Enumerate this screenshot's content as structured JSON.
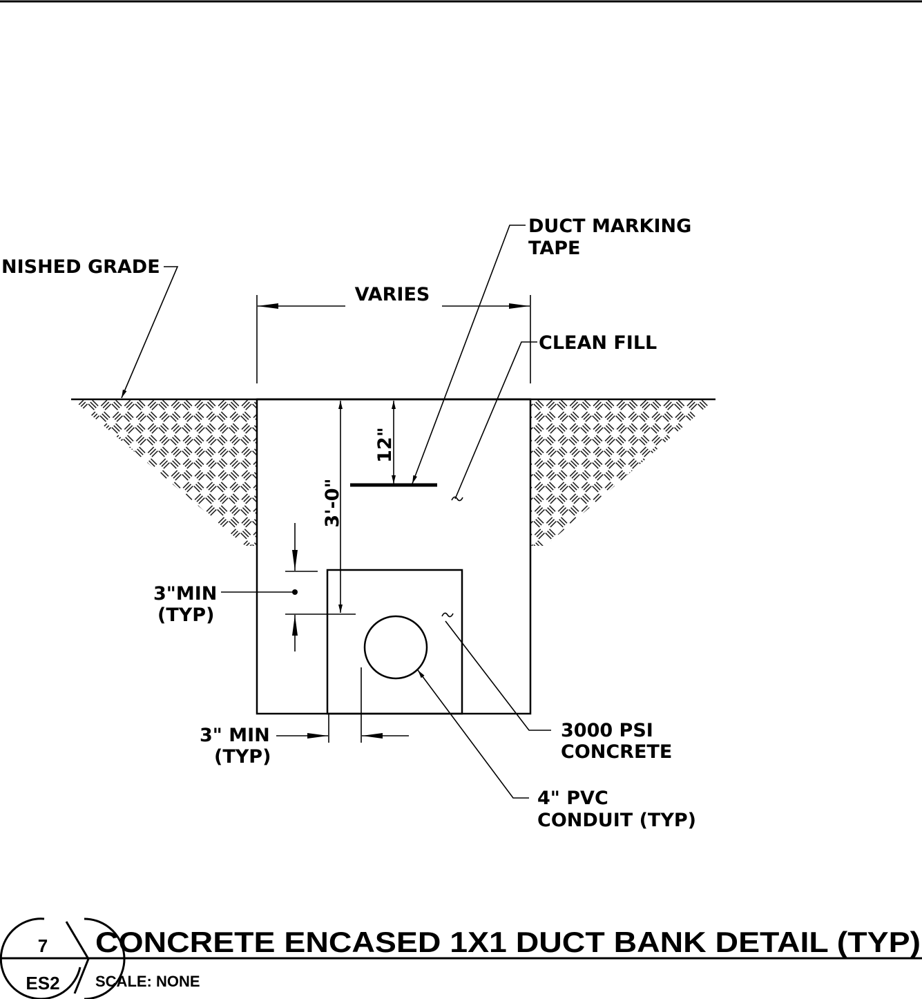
{
  "labels": {
    "finished_grade": "NISHED GRADE",
    "duct_marking_1": "DUCT MARKING",
    "duct_marking_2": "TAPE",
    "varies": "VARIES",
    "clean_fill": "CLEAN FILL",
    "dim_12": "12\"",
    "dim_3ft": "3'-0\"",
    "min3_a_1": "3\"MIN",
    "min3_a_2": "(TYP)",
    "min3_b_1": "3\" MIN",
    "min3_b_2": "(TYP)",
    "concrete_1": "3000 PSI",
    "concrete_2": "CONCRETE",
    "pvc_1": "4\" PVC",
    "pvc_2": "CONDUIT (TYP)"
  },
  "title_block": {
    "detail_number": "7",
    "sheet": "ES2",
    "title": "CONCRETE ENCASED 1X1 DUCT BANK DETAIL (TYP)",
    "scale": "SCALE: NONE"
  }
}
